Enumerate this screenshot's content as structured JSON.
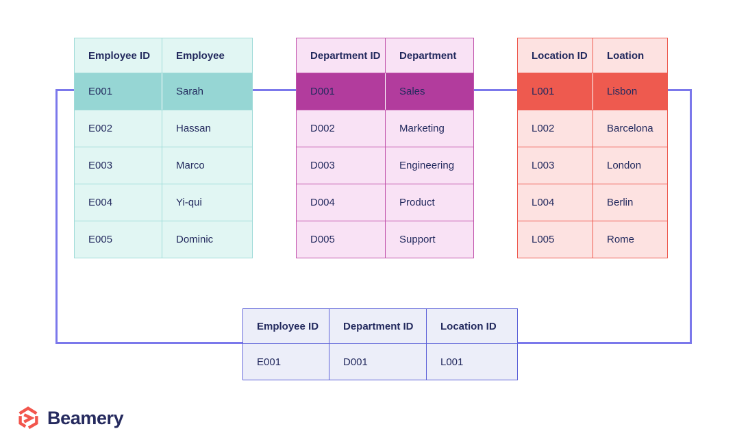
{
  "canvas": {
    "background": "#ffffff"
  },
  "connectors": {
    "color": "#7b78eb"
  },
  "employee_table": {
    "headers": [
      "Employee ID",
      "Employee"
    ],
    "rows": [
      [
        "E001",
        "Sarah"
      ],
      [
        "E002",
        "Hassan"
      ],
      [
        "E003",
        "Marco"
      ],
      [
        "E004",
        "Yi-qui"
      ],
      [
        "E005",
        "Dominic"
      ]
    ],
    "highlight_row_index": 0,
    "theme": {
      "cell_bg": "#e1f6f3",
      "highlight_bg": "#96d6d4",
      "border": "#9edbd8"
    }
  },
  "department_table": {
    "headers": [
      "Department ID",
      "Department"
    ],
    "rows": [
      [
        "D001",
        "Sales"
      ],
      [
        "D002",
        "Marketing"
      ],
      [
        "D003",
        "Engineering"
      ],
      [
        "D004",
        "Product"
      ],
      [
        "D005",
        "Support"
      ]
    ],
    "highlight_row_index": 0,
    "theme": {
      "cell_bg": "#f9e2f5",
      "highlight_bg": "#b23c9d",
      "border": "#c151ab"
    }
  },
  "location_table": {
    "headers": [
      "Location ID",
      "Loation"
    ],
    "rows": [
      [
        "L001",
        "Lisbon"
      ],
      [
        "L002",
        "Barcelona"
      ],
      [
        "L003",
        "London"
      ],
      [
        "L004",
        "Berlin"
      ],
      [
        "L005",
        "Rome"
      ]
    ],
    "highlight_row_index": 0,
    "theme": {
      "cell_bg": "#fde2e1",
      "highlight_bg": "#ee5a4f",
      "border": "#ee5a4f"
    }
  },
  "junction_table": {
    "headers": [
      "Employee ID",
      "Department ID",
      "Location ID"
    ],
    "rows": [
      [
        "E001",
        "D001",
        "L001"
      ]
    ],
    "theme": {
      "cell_bg": "#eceef9",
      "border": "#5c61d8"
    }
  },
  "logo": {
    "text": "Beamery",
    "icon_color": "#f2564d",
    "text_color": "#252a5e"
  },
  "text_color": "#232a5e"
}
